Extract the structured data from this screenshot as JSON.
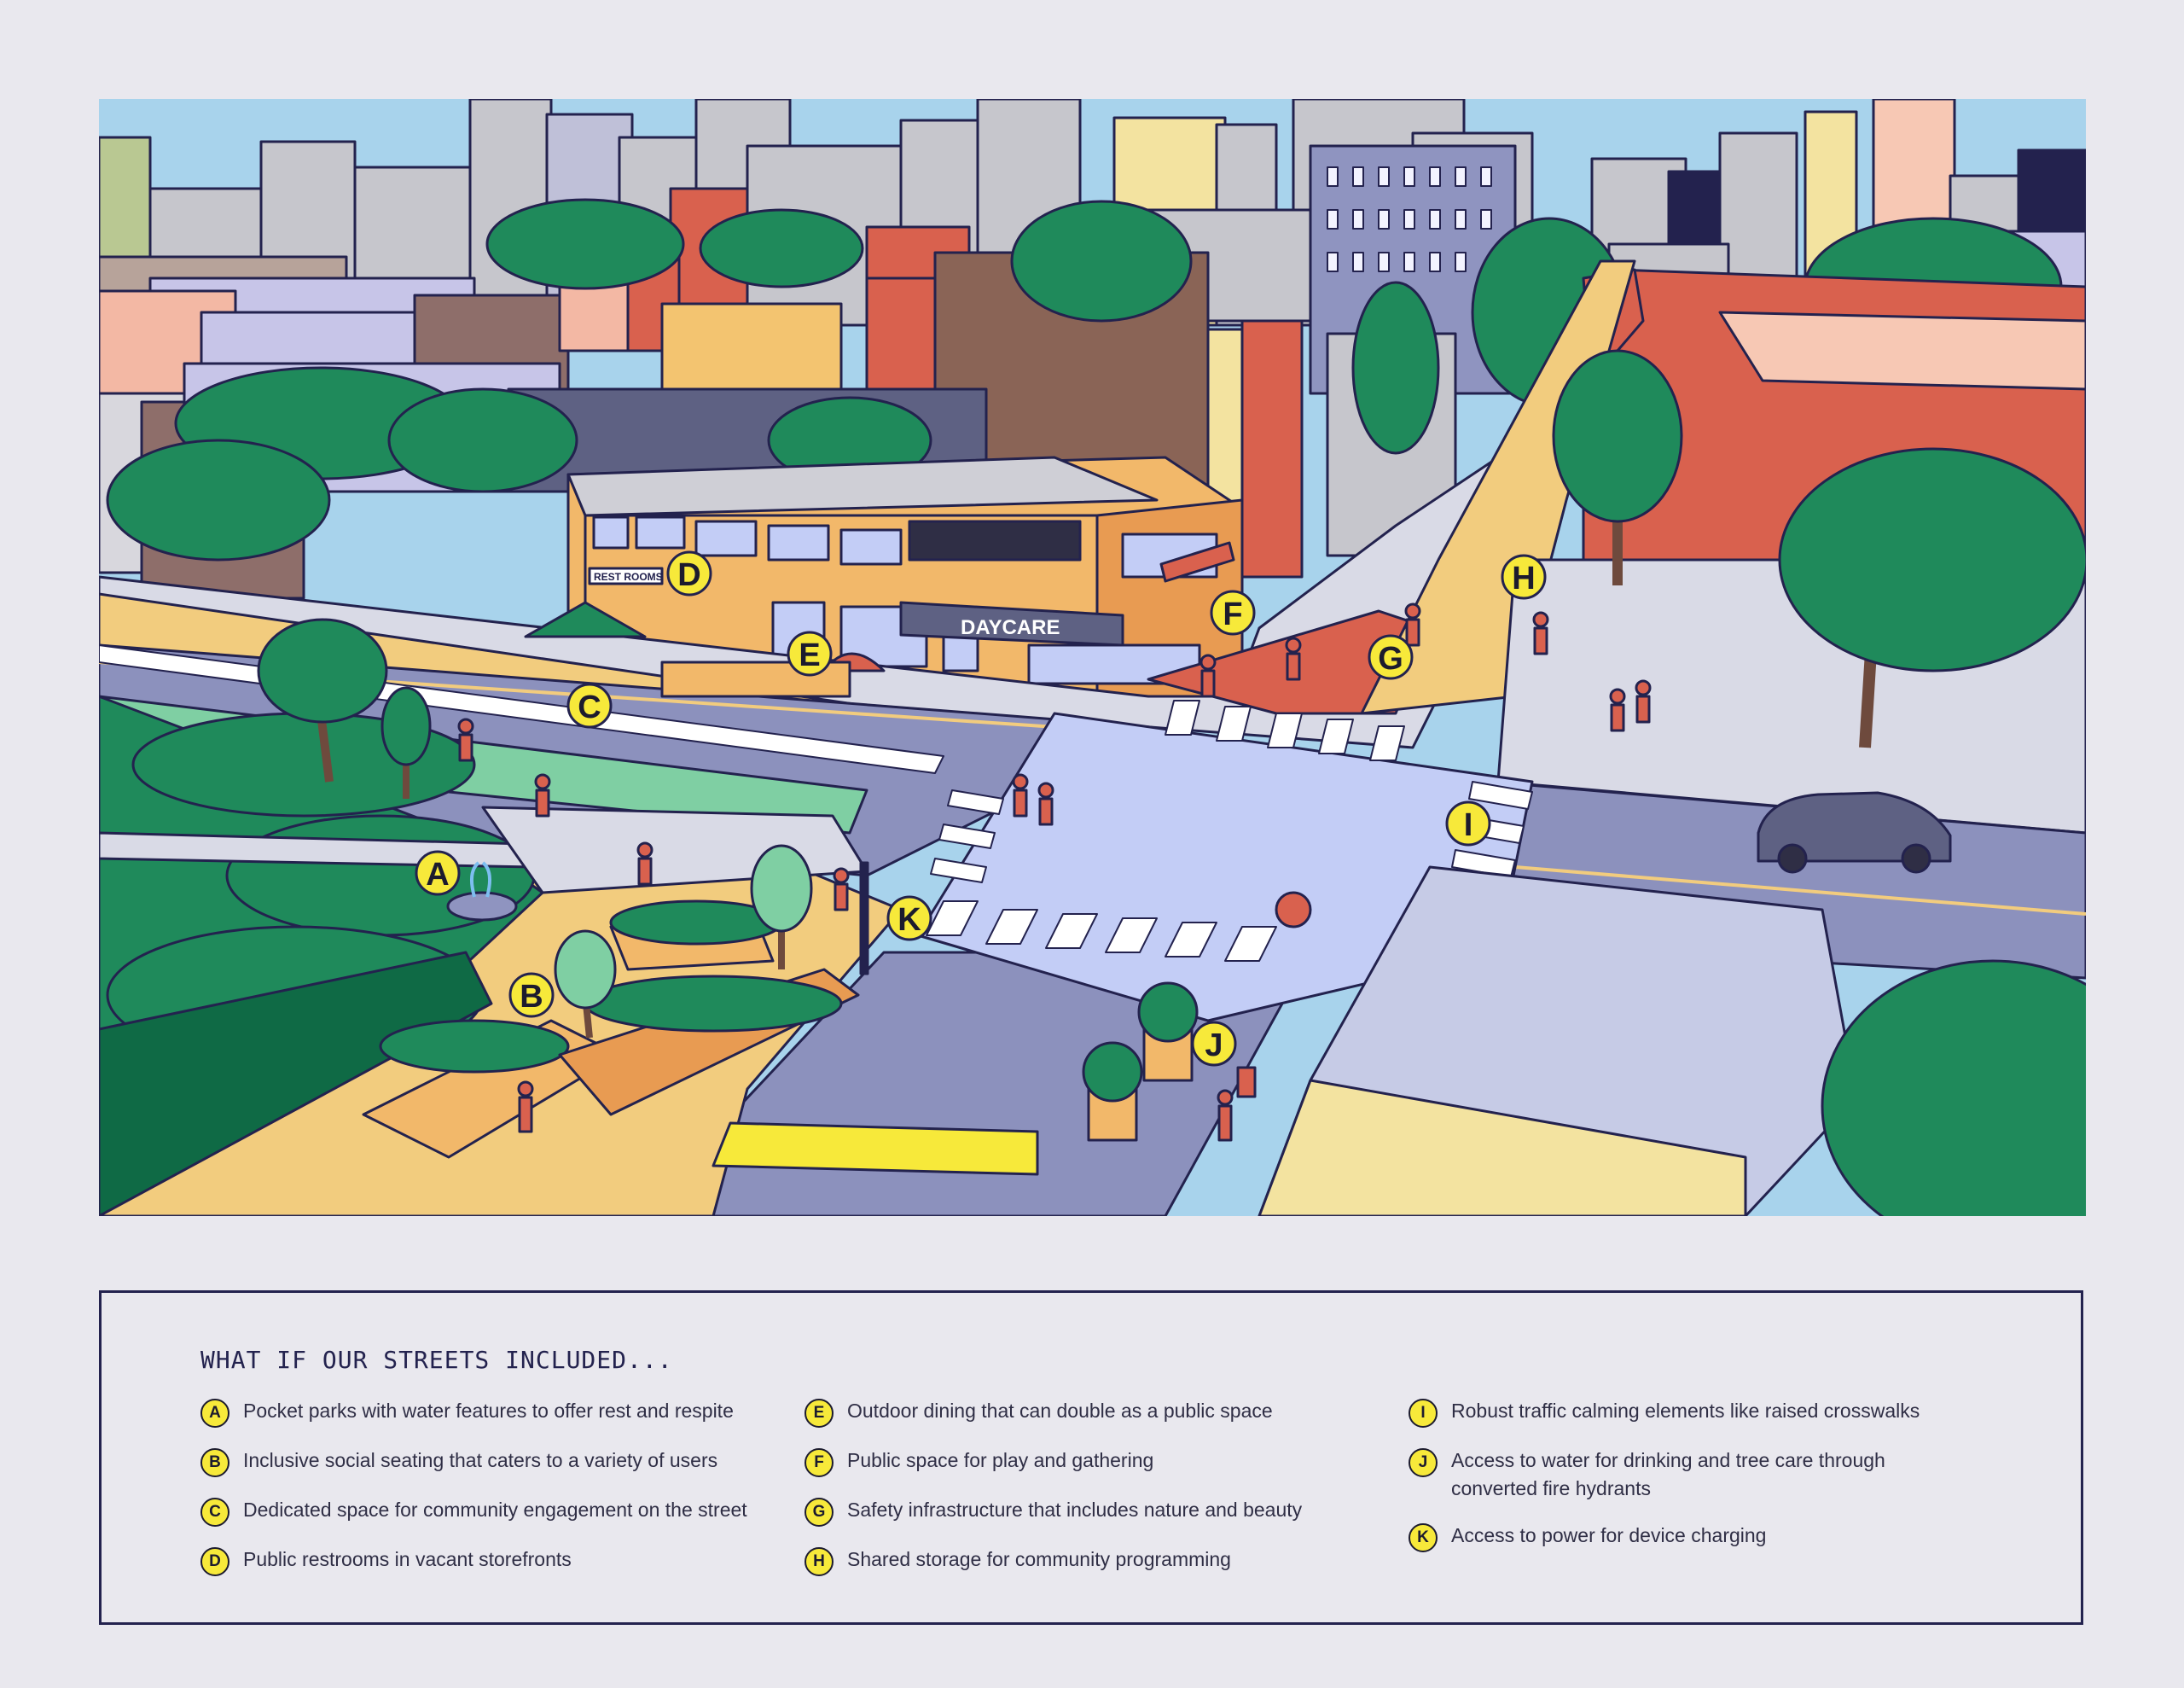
{
  "scene": {
    "storefront_signs": {
      "restrooms": "REST ROOMS",
      "daycare": "DAYCARE"
    },
    "markers": [
      "A",
      "B",
      "C",
      "D",
      "E",
      "F",
      "G",
      "H",
      "I",
      "J",
      "K"
    ]
  },
  "legend": {
    "title": "WHAT IF OUR STREETS INCLUDED...",
    "columns": [
      [
        {
          "letter": "A",
          "text": "Pocket parks with water features to offer rest and respite"
        },
        {
          "letter": "B",
          "text": "Inclusive social seating that caters to a variety of users"
        },
        {
          "letter": "C",
          "text": "Dedicated space for community engagement on the street"
        },
        {
          "letter": "D",
          "text": "Public restrooms in vacant storefronts"
        }
      ],
      [
        {
          "letter": "E",
          "text": "Outdoor dining that can double as a public space"
        },
        {
          "letter": "F",
          "text": "Public space for play and gathering"
        },
        {
          "letter": "G",
          "text": "Safety infrastructure that includes nature and beauty"
        },
        {
          "letter": "H",
          "text": "Shared storage for community programming"
        }
      ],
      [
        {
          "letter": "I",
          "text": "Robust traffic calming elements like raised crosswalks"
        },
        {
          "letter": "J",
          "text": "Access to water for drinking and tree care through converted fire hydrants"
        },
        {
          "letter": "K",
          "text": "Access to power for device charging"
        }
      ]
    ]
  },
  "colors": {
    "sky": "#a8d3ec",
    "marker_fill": "#f7e93a",
    "outline": "#23224e",
    "tree_green": "#1f8a5b",
    "road": "#8c91bd",
    "crosswalk_plaza": "#c3cdf6",
    "bike_lane": "#7fcfa3",
    "plaza_sand": "#f2cc7e",
    "brick": "#d9614e"
  }
}
